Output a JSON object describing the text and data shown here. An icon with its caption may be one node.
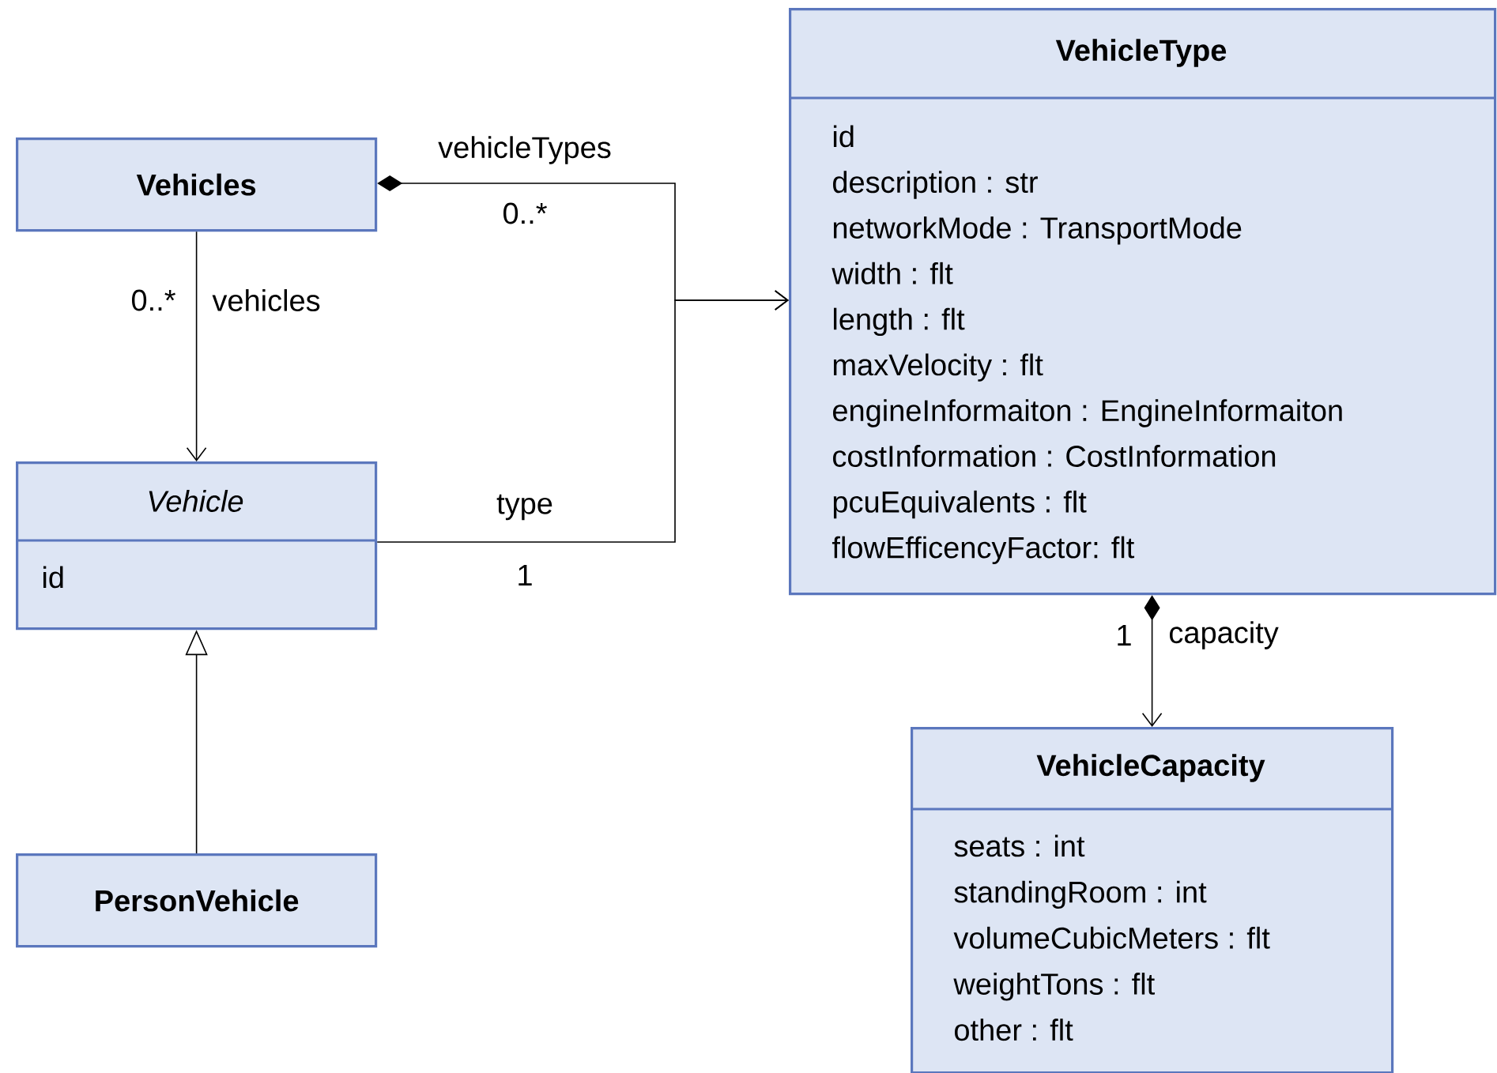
{
  "diagram": {
    "nodes": [
      {
        "text": [
          "Vehicles"
        ]
      },
      {
        "text": [
          "*Vehicle*",
          "id"
        ]
      },
      {
        "text": [
          "PersonVehicle"
        ]
      },
      {
        "text": [
          "VehicleType",
          "id",
          "description : str",
          "networkMode : TransportMode",
          "width : flt",
          "length : flt",
          "maxVelocity : flt",
          "engineInformaiton : EngineInformaiton",
          "costInformation : CostInformation",
          "pcuEquivalents : flt",
          "flowEfficencyFactor: flt"
        ]
      },
      {
        "text": [
          "VehicleCapacity",
          "seats : int",
          "standingRoom : int",
          "volumeCubicMeters : flt",
          "weightTons : flt",
          "other : flt"
        ]
      }
    ],
    "edges": [
      {
        "from": 0,
        "to": 3,
        "arrow": "to",
        "label": "vehicleTypes"
      },
      {
        "from": 1,
        "to": 3,
        "arrow": "to",
        "label": "type"
      },
      {
        "from": 0,
        "to": 1,
        "arrow": "to",
        "label": "vehicles"
      },
      {
        "from": 2,
        "to": 1,
        "arrow": "to"
      },
      {
        "from": 3,
        "to": 4,
        "arrow": "to",
        "label": "capacity"
      }
    ],
    "labels": [
      "0..*",
      "0..*",
      "1",
      "1"
    ]
  }
}
